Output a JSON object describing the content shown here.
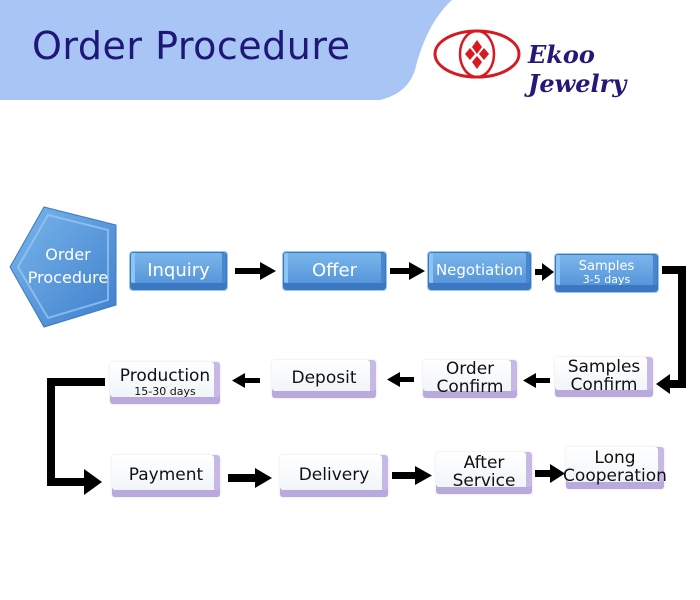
{
  "header": {
    "title": "Order Procedure",
    "brand": "Ekoo Jewelry",
    "colors": {
      "banner": "#a8c4f4",
      "title": "#1e1776",
      "brand": "#24187a",
      "logo": "#d71920"
    }
  },
  "start_shape": {
    "line1": "Order",
    "line2": "Procedure"
  },
  "steps": [
    {
      "id": "inquiry",
      "label": "Inquiry",
      "sub": ""
    },
    {
      "id": "offer",
      "label": "Offer",
      "sub": ""
    },
    {
      "id": "negotiation",
      "label": "Negotiation",
      "sub": ""
    },
    {
      "id": "samples",
      "label": "Samples",
      "sub": "3-5 days"
    },
    {
      "id": "samples-confirm",
      "label": "Samples",
      "sub": "Confirm"
    },
    {
      "id": "order-confirm",
      "label": "Order",
      "sub": "Confirm"
    },
    {
      "id": "deposit",
      "label": "Deposit",
      "sub": ""
    },
    {
      "id": "production",
      "label": "Production",
      "sub": "15-30 days"
    },
    {
      "id": "payment",
      "label": "Payment",
      "sub": ""
    },
    {
      "id": "delivery",
      "label": "Delivery",
      "sub": ""
    },
    {
      "id": "after-service",
      "label": "After",
      "sub": "Service"
    },
    {
      "id": "long-cooperation",
      "label": "Long",
      "sub": "Cooperation"
    }
  ]
}
